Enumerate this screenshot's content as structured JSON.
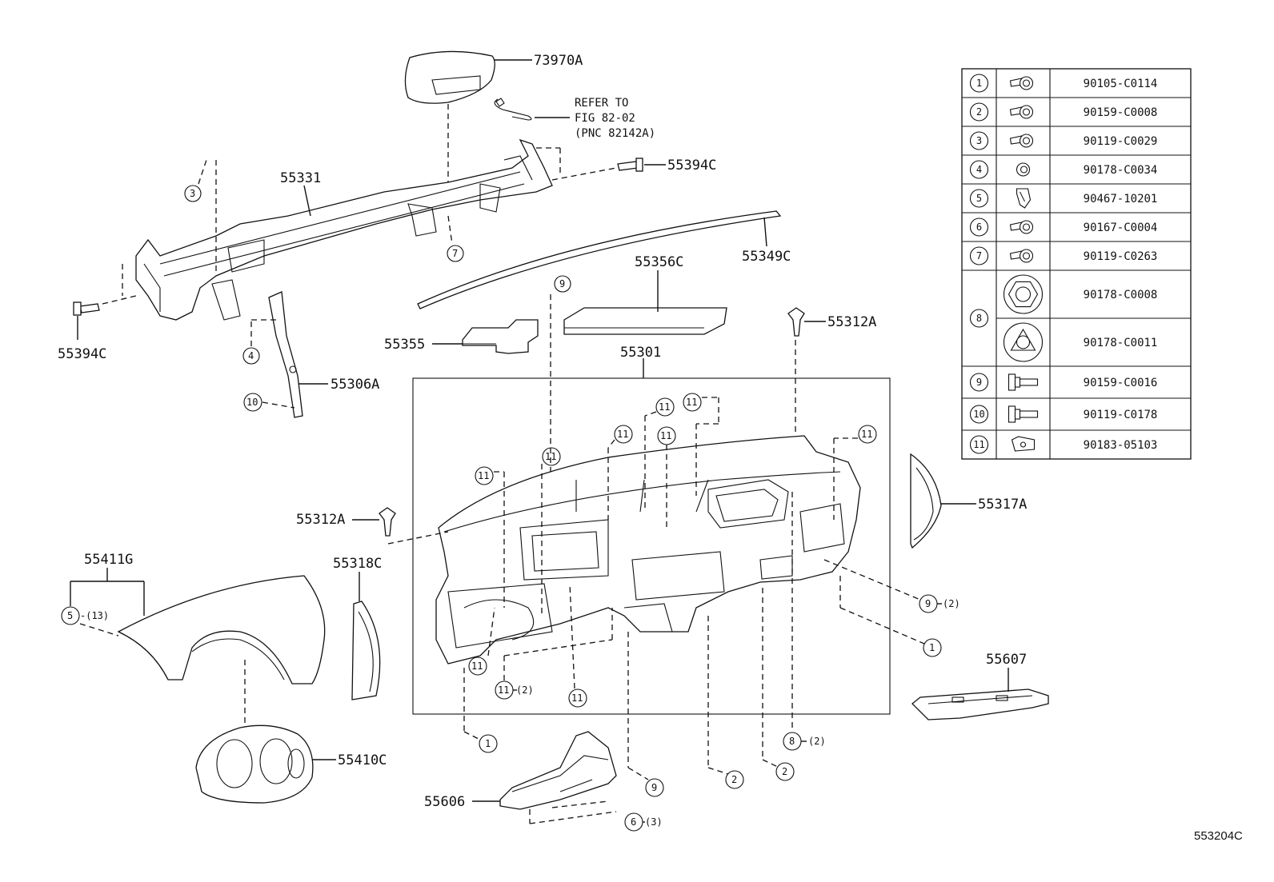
{
  "diagram": {
    "labels": {
      "airbag": "73970A",
      "refer_line1": "REFER TO",
      "refer_line2": "FIG 82-02",
      "refer_line3": "(PNC 82142A)",
      "reinforcement": "55331",
      "bolt_right": "55394C",
      "bolt_left": "55394C",
      "strip": "55349C",
      "pad_upper": "55356C",
      "pad_t": "55355",
      "clip_right": "55312A",
      "clip_left": "55312A",
      "brace": "55306A",
      "panel": "55301",
      "side_cover_right": "55317A",
      "cluster_panel": "55411G",
      "side_cover_left": "55318C",
      "cluster_housing": "55410C",
      "lower_panel_right": "55607",
      "lower_panel_center": "55606",
      "figure_number": "553204C"
    },
    "callouts": {
      "c3": "3",
      "c7": "7",
      "c4": "4",
      "c10": "10",
      "c9_top": "9",
      "c11_a": "11",
      "c11_b": "11",
      "c11_c": "11",
      "c11_d": "11",
      "c11_e": "11",
      "c11_f": "11",
      "c11_g": "11",
      "c11_h": "11",
      "c11_i": "11",
      "c11_j": "11",
      "c5": "5",
      "c5_qty": "-(13)",
      "c9_right": "9",
      "c9_right_qty": "(2)",
      "c1_right": "1",
      "c1_bottom": "1",
      "c11_qty": "(2)",
      "c8": "8",
      "c8_qty": "(2)",
      "c2_a": "2",
      "c2_b": "2",
      "c9_bottom": "9",
      "c6": "6",
      "c6_qty": "(3)"
    }
  },
  "fastener_table": {
    "rows": [
      {
        "no": "1",
        "part": "90105-C0114",
        "icon": "flange-bolt-icon"
      },
      {
        "no": "2",
        "part": "90159-C0008",
        "icon": "bolt-icon"
      },
      {
        "no": "3",
        "part": "90119-C0029",
        "icon": "bolt-icon"
      },
      {
        "no": "4",
        "part": "90178-C0034",
        "icon": "nut-icon"
      },
      {
        "no": "5",
        "part": "90467-10201",
        "icon": "clip-icon"
      },
      {
        "no": "6",
        "part": "90167-C0004",
        "icon": "bolt-icon"
      },
      {
        "no": "7",
        "part": "90119-C0263",
        "icon": "flange-bolt-icon"
      },
      {
        "no": "8",
        "part": "90178-C0008",
        "part_b": "90178-C0011",
        "icon": "hex-nut-icon",
        "icon_b": "tri-nut-icon"
      },
      {
        "no": "9",
        "part": "90159-C0016",
        "icon": "hex-bolt-icon"
      },
      {
        "no": "10",
        "part": "90119-C0178",
        "icon": "hex-bolt-icon"
      },
      {
        "no": "11",
        "part": "90183-05103",
        "icon": "clip-nut-icon"
      }
    ]
  }
}
